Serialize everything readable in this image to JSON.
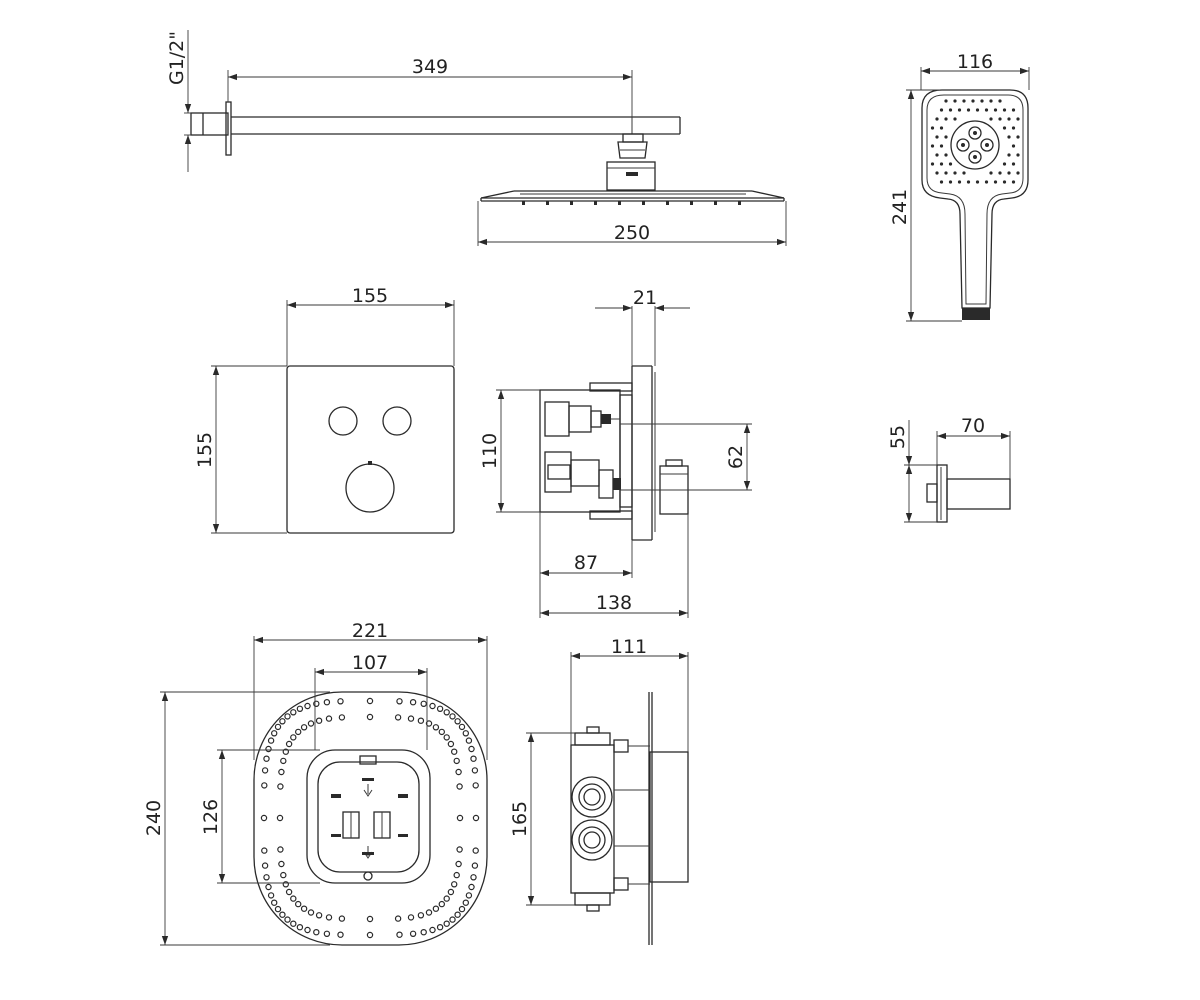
{
  "colors": {
    "line": "#2a2a2a",
    "background": "#ffffff"
  },
  "dimensions": {
    "thread": "G1/2\"",
    "arm_length": "349",
    "head_width": "250",
    "hand_width": "116",
    "hand_height": "241",
    "plate_width": "155",
    "plate_height": "155",
    "plate_depth": "21",
    "body_height": "110",
    "outlet_spacing": "62",
    "body_depth": "87",
    "total_depth": "138",
    "holder_height": "55",
    "holder_length": "70",
    "box_width": "221",
    "box_inner_width": "107",
    "box_height": "240",
    "box_inner_height": "126",
    "valve_depth": "111",
    "valve_height": "165"
  }
}
